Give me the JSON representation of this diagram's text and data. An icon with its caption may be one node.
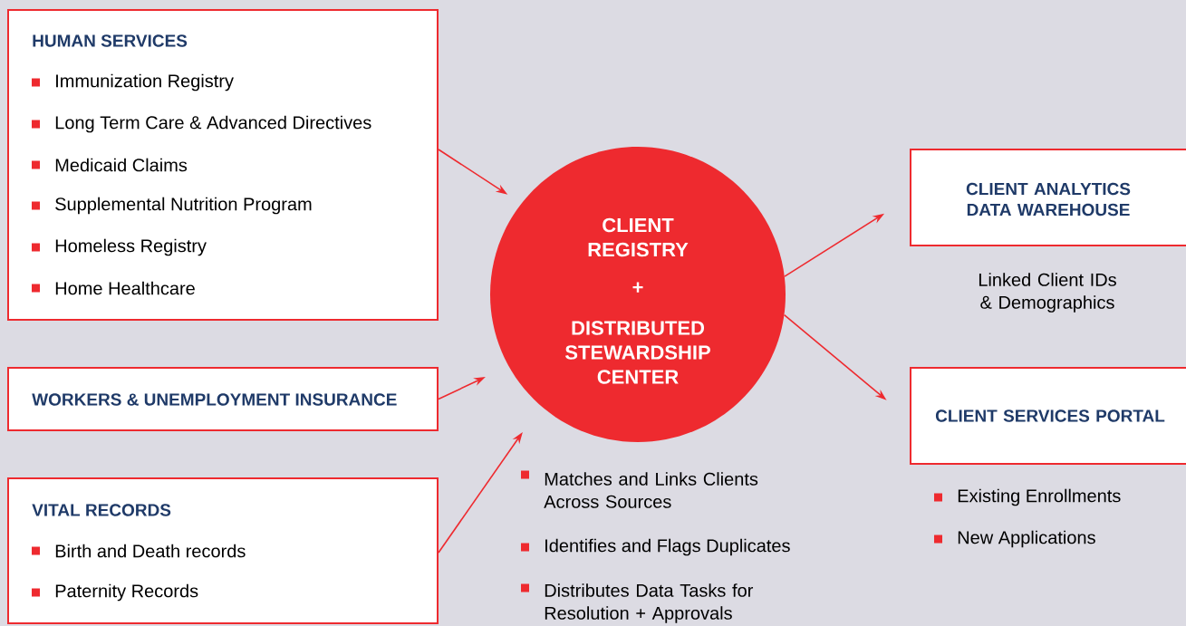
{
  "diagram": {
    "nodes": [
      {
        "text": [
          "HUMAN SERVICES",
          "Immunization Registry",
          "Long Term Care & Advanced Directives",
          "Medicaid Claims",
          "Supplemental Nutrition Program",
          "Homeless Registry",
          "Home Healthcare"
        ]
      },
      {
        "text": [
          "WORKERS & UNEMPLOYMENT INSURANCE"
        ]
      },
      {
        "text": [
          "VITAL RECORDS",
          "Birth and Death records",
          "Paternity Records"
        ]
      },
      {
        "text": [
          "CLIENT REGISTRY",
          "+",
          "DISTRIBUTED STEWARDSHIP CENTER"
        ],
        "beside": [
          "Matches and Links Clients Across Sources",
          "Identifies and Flags Duplicates",
          "Distributes Data Tasks for Resolution + Approvals"
        ]
      },
      {
        "text": [
          "CLIENT ANALYTICS DATA WAREHOUSE"
        ],
        "beside": [
          "Linked Client IDs & Demographics"
        ]
      },
      {
        "text": [
          "CLIENT SERVICES PORTAL"
        ],
        "beside": [
          "Existing Enrollments",
          "New Applications"
        ]
      }
    ],
    "edges": [
      {
        "from": 0,
        "to": 3,
        "arrow": "to"
      },
      {
        "from": 1,
        "to": 3,
        "arrow": "to"
      },
      {
        "from": 2,
        "to": 3,
        "arrow": "to"
      },
      {
        "from": 3,
        "to": 4,
        "arrow": "to"
      },
      {
        "from": 3,
        "to": 5,
        "arrow": "to"
      }
    ]
  }
}
